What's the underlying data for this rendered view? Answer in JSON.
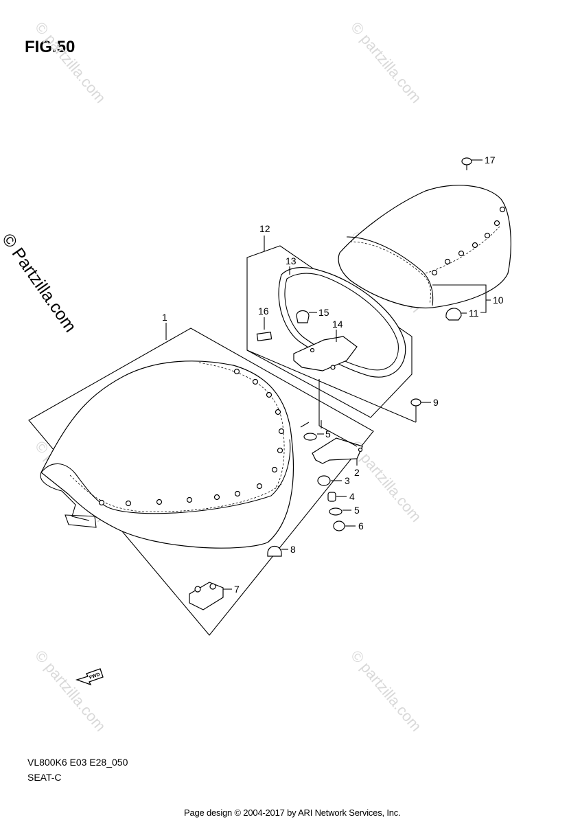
{
  "figure": {
    "title": "FIG.50",
    "model_code": "VL800K6 E03 E28_050",
    "section": "SEAT-C"
  },
  "footer": "Page design © 2004-2017 by ARI Network Services, Inc.",
  "watermark": {
    "text": "© Partzilla.com",
    "tile_text": "© partzilla.com",
    "color": "#d9d9d9"
  },
  "fwd_label": "FWD",
  "callouts": {
    "c1": "1",
    "c2": "2",
    "c3": "3",
    "c4": "4",
    "c5a": "5",
    "c5b": "5",
    "c6": "6",
    "c7": "7",
    "c8": "8",
    "c9": "9",
    "c10": "10",
    "c11": "11",
    "c12": "12",
    "c13": "13",
    "c14": "14",
    "c15": "15",
    "c16": "16",
    "c17": "17"
  }
}
